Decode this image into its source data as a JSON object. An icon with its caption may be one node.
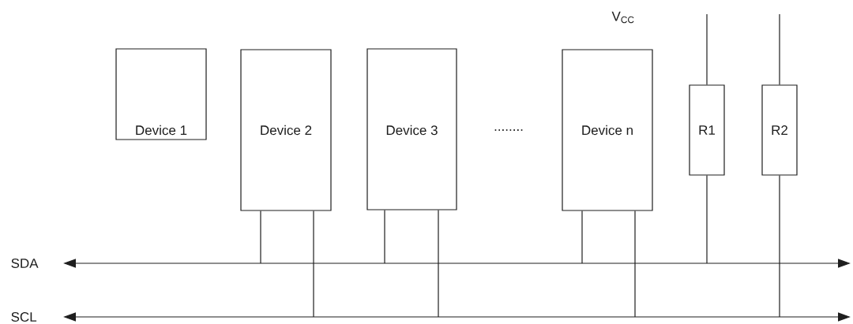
{
  "diagram": {
    "nodes": [
      {
        "text": [
          "Device 1"
        ]
      },
      {
        "text": [
          "Device 2"
        ]
      },
      {
        "text": [
          "Device 3"
        ]
      },
      {
        "text": [
          "Device n"
        ]
      },
      {
        "text": [
          "R1"
        ]
      },
      {
        "text": [
          "R2"
        ]
      },
      {
        "text": [
          "SDA"
        ]
      },
      {
        "text": [
          "SCL"
        ]
      }
    ],
    "edges": [
      {
        "from": 1,
        "to": 6,
        "arrow": "none"
      },
      {
        "from": 1,
        "to": 7,
        "arrow": "none"
      },
      {
        "from": 2,
        "to": 6,
        "arrow": "none"
      },
      {
        "from": 2,
        "to": 7,
        "arrow": "none"
      },
      {
        "from": 3,
        "to": 6,
        "arrow": "none"
      },
      {
        "from": 3,
        "to": 7,
        "arrow": "none"
      },
      {
        "from": 4,
        "to": 6,
        "arrow": "none"
      },
      {
        "from": 5,
        "to": 7,
        "arrow": "none"
      },
      {
        "from": 4,
        "to": null,
        "arrow": "none"
      },
      {
        "from": 5,
        "to": null,
        "arrow": "none"
      }
    ],
    "labels": [
      "V$_{CC}$",
      "........"
    ]
  }
}
